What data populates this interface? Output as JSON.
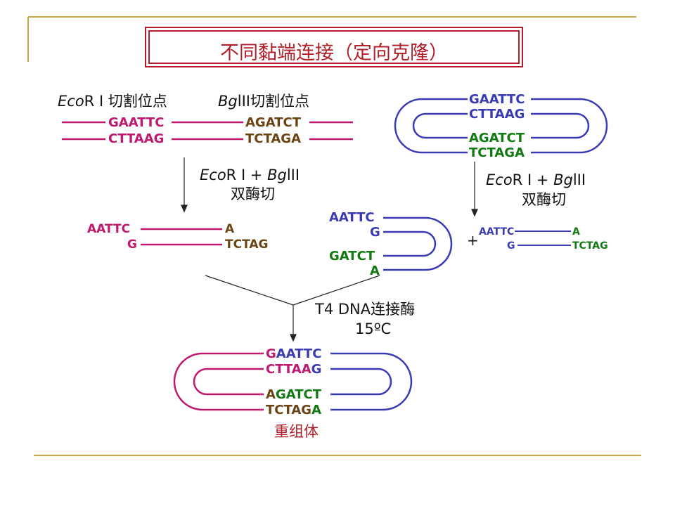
{
  "title": "不同黏端连接（定向克隆）",
  "labels": {
    "ecori": "Eco",
    "ecori_rest": "R I 切割位点",
    "bgl": "Bg",
    "bgl_rest": "lII切割位点",
    "double_digest_a1": "Eco",
    "double_digest_a2": "R I + ",
    "double_digest_a3": "Bg",
    "double_digest_a4": "lII",
    "double_digest_a5": "双酶切",
    "double_digest_b1": "Eco",
    "double_digest_b2": "R I + ",
    "double_digest_b3": "Bg",
    "double_digest_b4": "lII",
    "double_digest_b5": "双酶切",
    "ligase": "T4 DNA连接酶",
    "temp": "15ºC",
    "plus": "+",
    "recombinant": "重组体"
  },
  "insert": {
    "top_left": "GAATTC",
    "bottom_left": "CTTAAG",
    "top_right": "AGATCT",
    "bottom_right": "TCTAGA"
  },
  "plasmid": {
    "l1": "GAATTC",
    "l2": "CTTAAG",
    "l3": "AGATCT",
    "l4": "TCTAGA"
  },
  "cut_insert": {
    "left_top": "AATTC",
    "left_bottom": "G",
    "right_top": "A",
    "right_bottom": "TCTAG"
  },
  "cut_vector": {
    "l1": "AATTC",
    "l2": "G",
    "l3": "GATCT",
    "l4": "A"
  },
  "small_fragment": {
    "left_top": "AATTC",
    "left_bottom": "G",
    "right_top": "A",
    "right_bottom": "TCTAG"
  },
  "result": {
    "l1a": "G",
    "l1b": "AATTC",
    "l2a": "CTTAA",
    "l2b": "G",
    "l3a": "A",
    "l3b": "GATCT",
    "l4a": "TCTAG",
    "l4b": "A"
  },
  "colors": {
    "magenta": "#c0186e",
    "blue": "#3a3ab4",
    "brown": "#6b4414",
    "green": "#127a12",
    "gold": "#c9a640",
    "red": "#b01e28"
  }
}
